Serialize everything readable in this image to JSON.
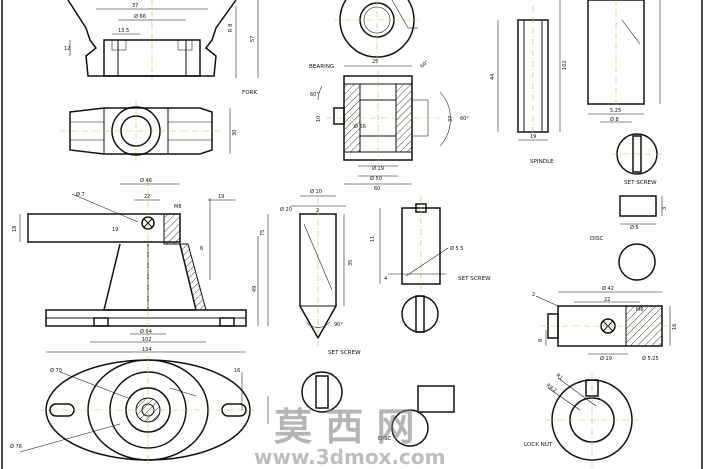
{
  "labels": {
    "fork": "FORK",
    "bearing": "BEARING",
    "spindle": "SPINDLE",
    "set_screw_right": "SET SCREW",
    "disc_right": "DISC",
    "set_screw_mid": "SET SCREW",
    "set_screw_bottom": "SET SCREW",
    "disc_bottom": "DISC",
    "lock_nut": "LOCK NUT"
  },
  "dimensions": {
    "fork_top": "37",
    "fork_bore": "Ø 66",
    "fork_slot": "13.5",
    "fork_h1": "12",
    "fork_h2": "57",
    "fork_r": "R 8",
    "fork_side": "30",
    "bearing_len": "25",
    "bearing_ang": "60°",
    "bearing_dia": "Ø 66",
    "bearing_bore": "Ø 19",
    "bearing_d50": "Ø 50",
    "bearing_60": "60",
    "bearing_37": "37",
    "bearing_ang2": "60°",
    "bearing_10": "10",
    "spindle_h": "44",
    "spindle_l": "102",
    "spindle_w": "19",
    "spindle_r": "5.25",
    "spindle_d": "Ø 8",
    "base_d46": "Ø 46",
    "base_d7": "Ø 7",
    "base_22": "22",
    "base_m8": "M8",
    "base_19": "19",
    "base_18": "18",
    "base_75": "75",
    "base_49": "49",
    "base_d64": "Ø 64",
    "base_102": "102",
    "base_134": "134",
    "base_6": "6",
    "base_d70": "Ø 70",
    "base_d78": "Ø 78",
    "base_r16": "16",
    "ss_d10": "Ø 10",
    "ss_d20": "Ø 20",
    "ss_2": "2",
    "ss_35": "35",
    "ss_90": "90°",
    "ss2_11": "11",
    "ss2_d5": "Ø 5.5",
    "ss2_4": "4",
    "disc_3": "3",
    "disc_d5": "Ø 5",
    "ln_d42": "Ø 42",
    "ln_22": "22",
    "ln_m6": "M6",
    "ln_2": "2",
    "ln_8": "8",
    "ln_16": "16",
    "ln_d19": "Ø 19",
    "ln_525": "Ø 5.25",
    "ln_r": "R8.2",
    "ln_r2": "R1"
  },
  "watermark": {
    "chars": "莫 西 网",
    "url": "www.3dmox.com"
  },
  "colors": {
    "line": "#111111",
    "center_line": "#c8b85a",
    "watermark": "#7a7a7a"
  }
}
